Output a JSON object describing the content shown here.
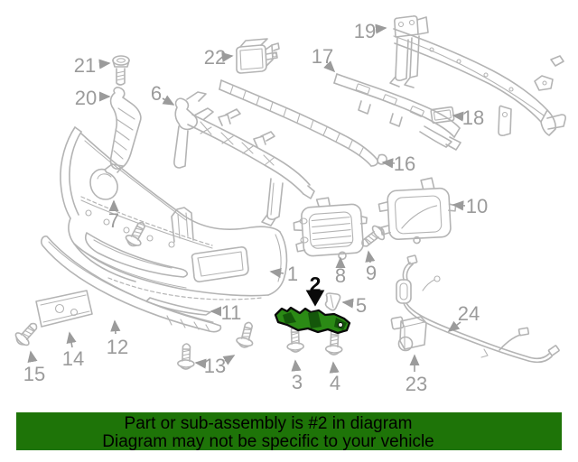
{
  "banner": {
    "line1": "Part or sub-assembly is #2 in diagram",
    "line2": "Diagram may not be specific to your vehicle",
    "background_color": "#1e7408",
    "text_color": "#000000"
  },
  "highlight": {
    "callout": "2",
    "fill_color": "#2b8a15",
    "shade_color": "#14570a",
    "outline_color": "#0a0a0a"
  },
  "colors": {
    "line_art": "#b4b4b4",
    "callout_text": "#9b9b9b",
    "page_background": "#ffffff"
  },
  "callouts": {
    "c1": {
      "label": "1"
    },
    "c2": {
      "label": "2"
    },
    "c3": {
      "label": "3"
    },
    "c4": {
      "label": "4"
    },
    "c5": {
      "label": "5"
    },
    "c6": {
      "label": "6"
    },
    "c7": {
      "label": "7"
    },
    "c8": {
      "label": "8"
    },
    "c9": {
      "label": "9"
    },
    "c10": {
      "label": "10"
    },
    "c11": {
      "label": "11"
    },
    "c12": {
      "label": "12"
    },
    "c13": {
      "label": "13"
    },
    "c14": {
      "label": "14"
    },
    "c15": {
      "label": "15"
    },
    "c16": {
      "label": "16"
    },
    "c17": {
      "label": "17"
    },
    "c18": {
      "label": "18"
    },
    "c19": {
      "label": "19"
    },
    "c20": {
      "label": "20"
    },
    "c21": {
      "label": "21"
    },
    "c22": {
      "label": "22"
    },
    "c23": {
      "label": "23"
    },
    "c24": {
      "label": "24"
    }
  }
}
